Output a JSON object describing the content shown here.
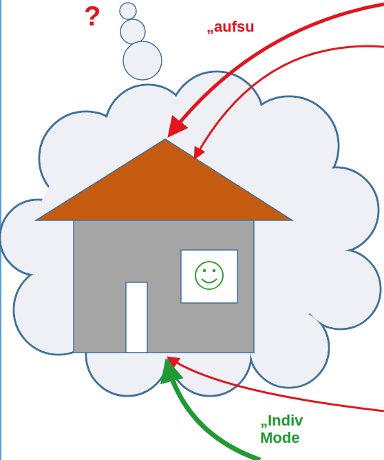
{
  "diagram": {
    "labels": [
      "?",
      "„aufsu",
      "„Indiv Mode"
    ]
  }
}
